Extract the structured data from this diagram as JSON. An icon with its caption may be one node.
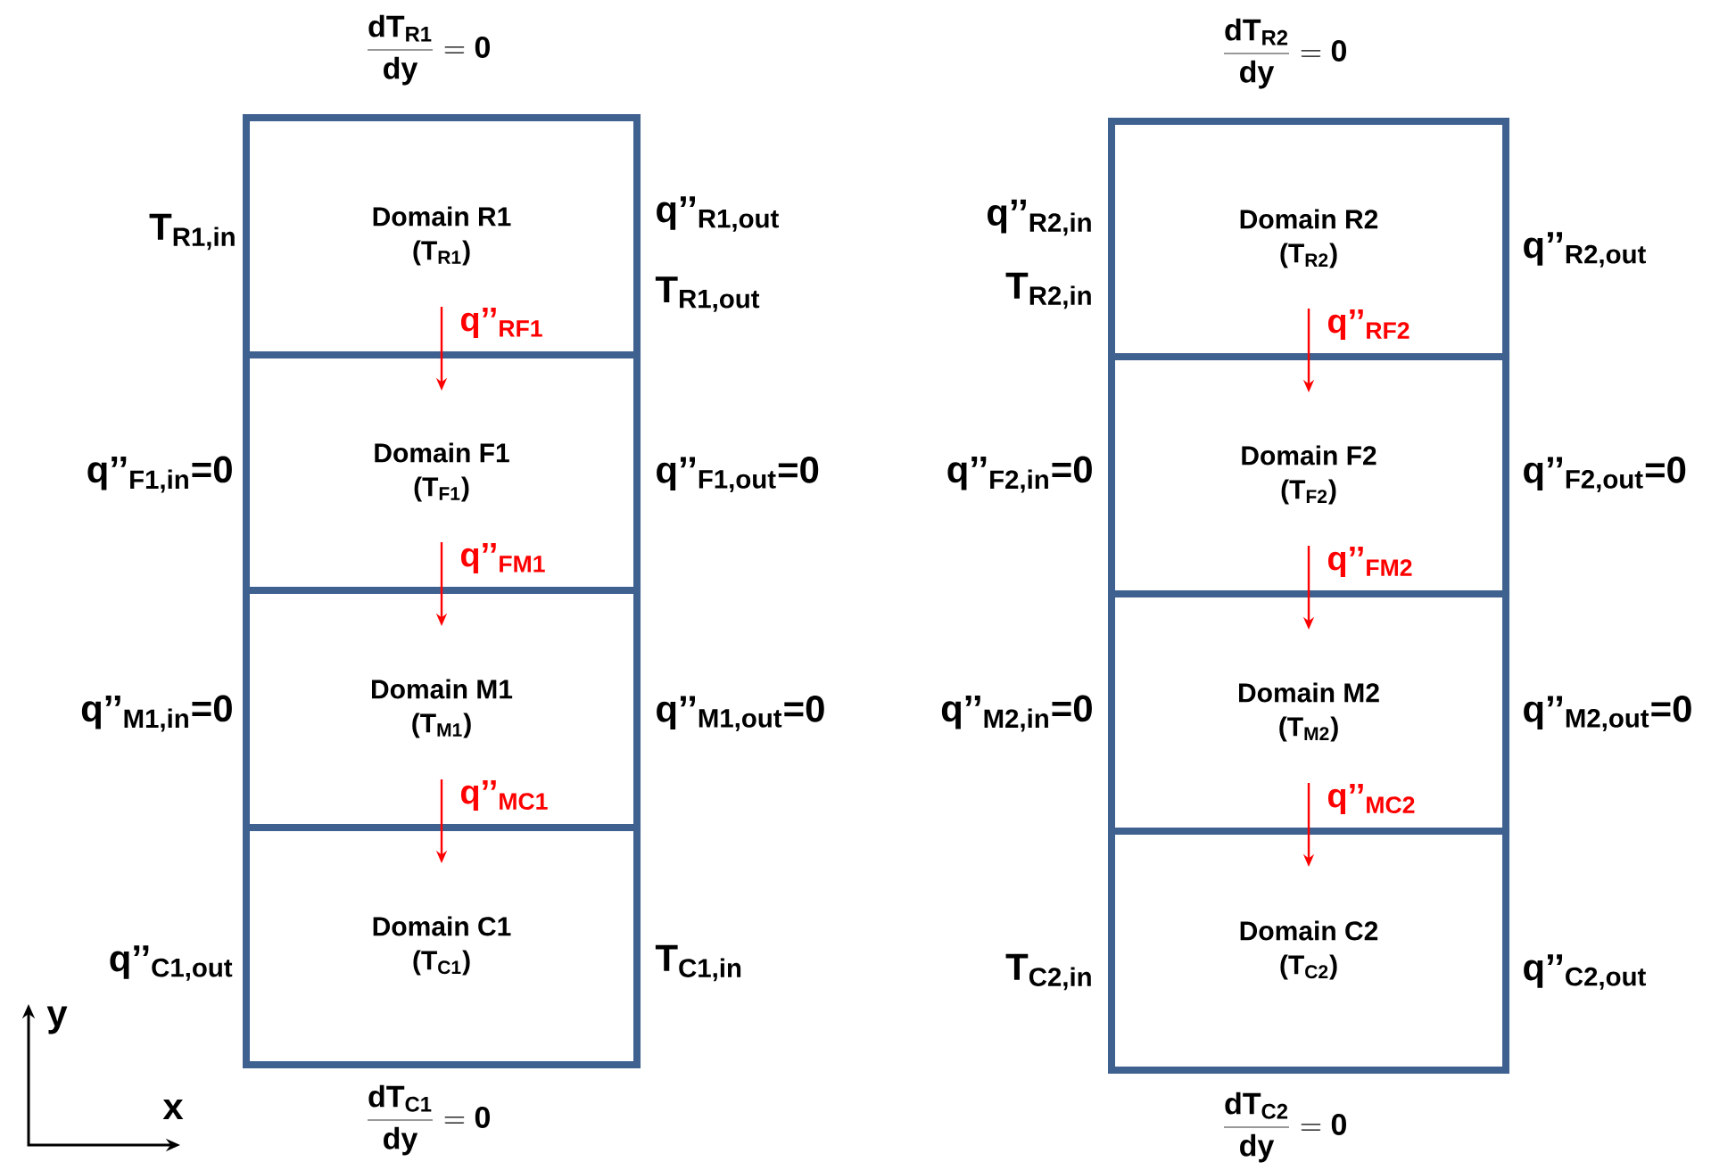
{
  "diagram": {
    "nodes": [
      {
        "text": [
          "Domain R1",
          "(T$_{R1}$)"
        ]
      },
      {
        "text": [
          "Domain F1",
          "(T$_{F1}$)"
        ]
      },
      {
        "text": [
          "Domain M1",
          "(T$_{M1}$)"
        ]
      },
      {
        "text": [
          "Domain C1",
          "(T$_{C1}$)"
        ]
      },
      {
        "text": [
          "Domain R2",
          "(T$_{R2}$)"
        ]
      },
      {
        "text": [
          "Domain F2",
          "(T$_{F2}$)"
        ]
      },
      {
        "text": [
          "Domain M2",
          "(T$_{M2}$)"
        ]
      },
      {
        "text": [
          "Domain C2",
          "(T$_{C2}$)"
        ]
      }
    ],
    "edges": [
      {
        "from": 0,
        "to": 1,
        "arrow": "to",
        "label": "q’’$_{RF1}$"
      },
      {
        "from": 1,
        "to": 2,
        "arrow": "to",
        "label": "q’’$_{FM1}$"
      },
      {
        "from": 2,
        "to": 3,
        "arrow": "to",
        "label": "q’’$_{MC1}$"
      },
      {
        "from": 4,
        "to": 5,
        "arrow": "to",
        "label": "q’’$_{RF2}$"
      },
      {
        "from": 5,
        "to": 6,
        "arrow": "to",
        "label": "q’’$_{FM2}$"
      },
      {
        "from": 6,
        "to": 7,
        "arrow": "to",
        "label": "q’’$_{MC2}$"
      }
    ],
    "labels": [
      "\\frac{\\mathbf{dT_{R1}}}{\\mathbf{dy}}=\\mathbf{0}",
      "\\frac{\\mathbf{dT_{R2}}}{\\mathbf{dy}}=\\mathbf{0}",
      "T$_{R1,in}$",
      "q’’$_{R1,out}$",
      "q’’$_{R2,in}$",
      "q’’$_{R2,out}$",
      "T$_{R1,out}$",
      "T$_{R2,in}$",
      "q’’$_{F1,in}$=0",
      "q’’$_{F1,out}$=0",
      "q’’$_{F2,in}$=0",
      "q’’$_{F2,out}$=0",
      "q’’$_{M1,in}$=0",
      "q’’$_{M1,out}$=0",
      "q’’$_{M2,in}$=0",
      "q’’$_{M2,out}$=0",
      "q’’$_{C1,out}$",
      "T$_{C1,in}$",
      "T$_{C2,in}$",
      "q’’$_{C2,out}$",
      "y",
      "x",
      "\\frac{\\mathbf{dT_{C1}}}{\\mathbf{dy}}=\\mathbf{0}",
      "\\frac{\\mathbf{dT_{C2}}}{\\mathbf{dy}}=\\mathbf{0}"
    ]
  }
}
